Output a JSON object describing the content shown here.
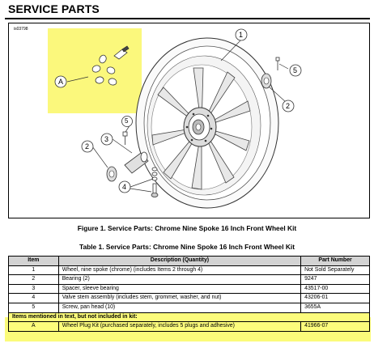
{
  "page": {
    "heading": "SERVICE PARTS"
  },
  "figure": {
    "id_label": "is03798",
    "callouts": [
      "1",
      "2",
      "3",
      "4",
      "5",
      "A"
    ],
    "caption": "Figure 1. Service Parts: Chrome Nine Spoke 16 Inch Front Wheel Kit",
    "highlight_color": "#fbf87c"
  },
  "table": {
    "caption": "Table 1. Service Parts: Chrome Nine Spoke 16 Inch Front Wheel Kit",
    "headers": [
      "Item",
      "Description (Quantity)",
      "Part Number"
    ],
    "rows": [
      {
        "item": "1",
        "description": "Wheel, nine spoke (chrome) (includes Items 2 through 4)",
        "part": "Not Sold Separately"
      },
      {
        "item": "2",
        "description": "Bearing (2)",
        "part": "9247"
      },
      {
        "item": "3",
        "description": "Spacer, sleeve bearing",
        "part": "43517-00"
      },
      {
        "item": "4",
        "description": "Valve stem assembly (includes stem, grommet, washer, and nut)",
        "part": "43206-01"
      },
      {
        "item": "5",
        "description": "Screw, pan head (10)",
        "part": "3655A"
      }
    ],
    "section_label": "Items mentioned in text, but not included in kit:",
    "extra_rows": [
      {
        "item": "A",
        "description": "Wheel Plug Kit (purchased separately, includes 5 plugs and adhesive)",
        "part": "41966-07"
      }
    ]
  }
}
